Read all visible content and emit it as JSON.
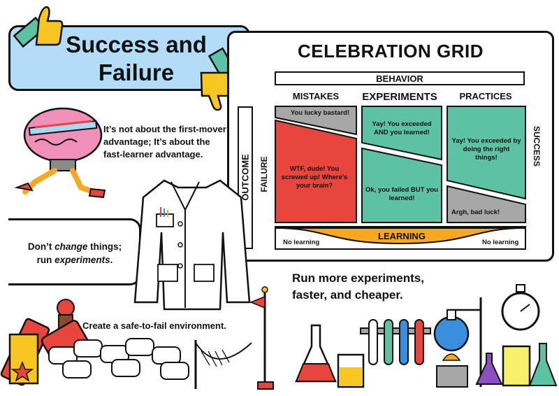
{
  "title": "Success and Failure",
  "quote_brain": "It’s not about the first-mover advantage; It’s about the fast-learner advantage.",
  "quote_change": {
    "prefix": "Don’t ",
    "emph1": "change",
    "middle": " things; run ",
    "emph2": "experiments",
    "suffix": "."
  },
  "quote_experiments": "Run more experiments, faster, and cheaper.",
  "quote_safe": "Create a safe-to-fail environment.",
  "grid": {
    "title": "CELEBRATION GRID",
    "behavior_label": "BEHAVIOR",
    "outcome_label": "OUTCOME",
    "failure_label": "FAILURE",
    "success_label": "SUCCESS",
    "columns": [
      "MISTAKES",
      "EXPERIMENTS",
      "PRACTICES"
    ],
    "cells": {
      "mistakes_success": "You lucky bastard!",
      "mistakes_failure": "WTF, dude! You screwed up! Where’s your brain?",
      "experiments_success": "Yay! You exceeded AND you learned!",
      "experiments_failure": "Ok, you failed BUT you learned!",
      "practices_success": "Yay! You exceeded by doing the right things!",
      "practices_failure": "Argh, bad luck!"
    },
    "learning_label": "LEARNING",
    "no_learning_left": "No learning",
    "no_learning_right": "No learning"
  },
  "colors": {
    "title_bg": "#b3dcf9",
    "red": "#e8453c",
    "teal": "#5dc2a3",
    "gray": "#a7a7a7",
    "orange": "#f7a823",
    "brain_pink": "#f08fb8"
  }
}
